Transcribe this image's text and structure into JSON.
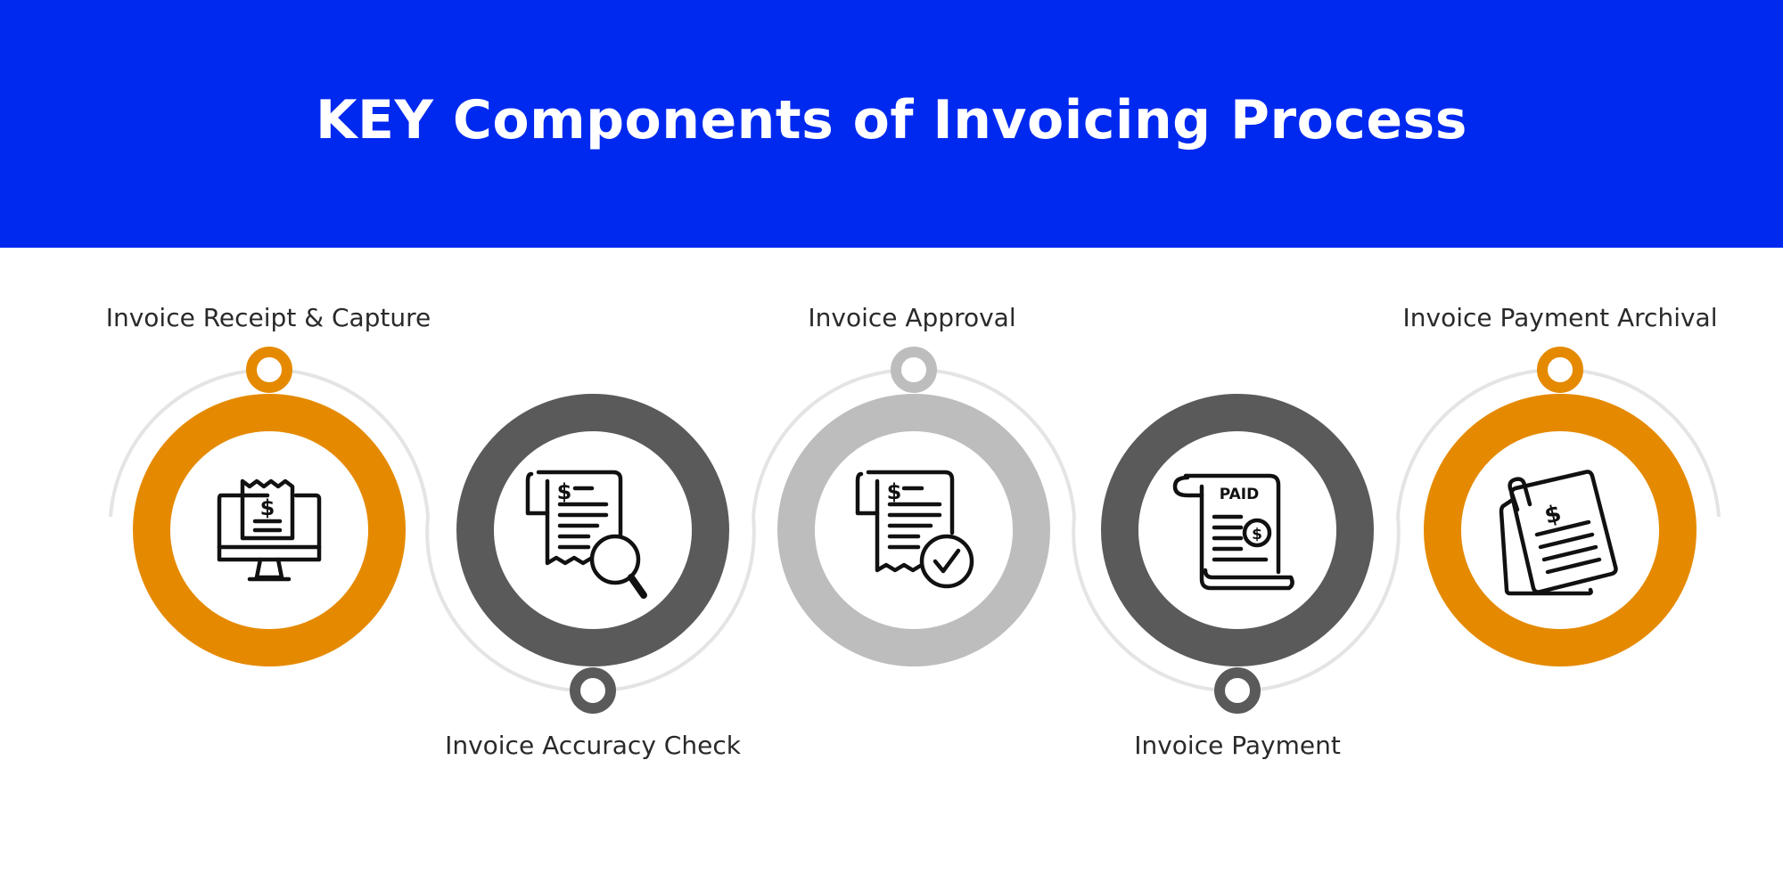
{
  "header": {
    "title": "KEY Components of Invoicing Process",
    "background_color": "#0029f0"
  },
  "steps": [
    {
      "label": "Invoice Receipt & Capture",
      "icon": "monitor-receipt-icon",
      "color": "#e58a00",
      "label_position": "top"
    },
    {
      "label": "Invoice Accuracy Check",
      "icon": "receipt-magnifier-icon",
      "color": "#5a5a5a",
      "label_position": "bottom"
    },
    {
      "label": "Invoice Approval",
      "icon": "receipt-check-icon",
      "color": "#bdbdbd",
      "label_position": "top"
    },
    {
      "label": "Invoice Payment",
      "icon": "paid-scroll-icon",
      "color": "#5a5a5a",
      "label_position": "bottom"
    },
    {
      "label": "Invoice Payment Archival",
      "icon": "clipped-documents-icon",
      "color": "#e58a00",
      "label_position": "top"
    }
  ],
  "icon_texts": {
    "currency": "$",
    "paid": "PAID"
  }
}
